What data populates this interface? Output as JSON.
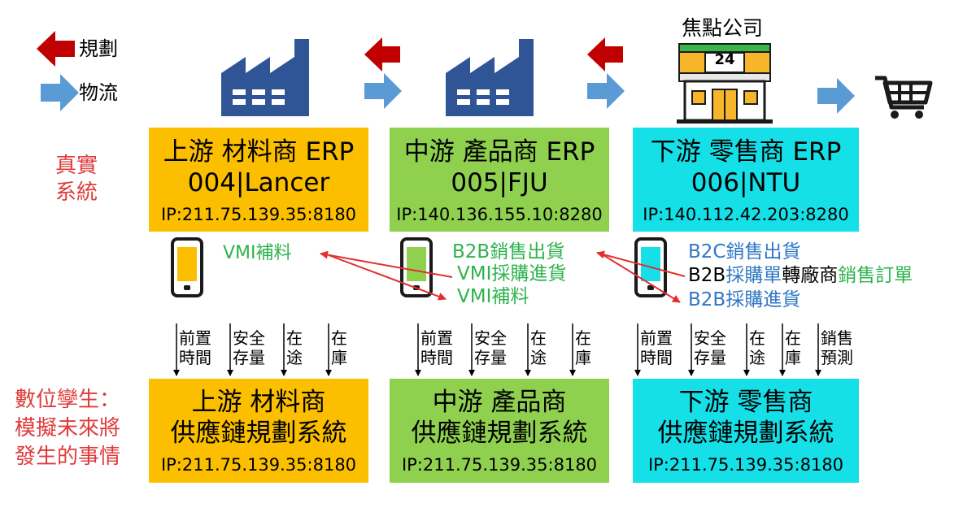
{
  "legend": {
    "planning": "規劃",
    "logistics": "物流"
  },
  "focal": {
    "label": "焦點公司",
    "sign": "24"
  },
  "real_system_label": "真實\n系統",
  "digital_twin_label": "數位孿生：\n模擬未來將\n發生的事情",
  "erp": [
    {
      "title": "上游 材料商 ERP",
      "id": "004|Lancer",
      "ip": "IP:211.75.139.35:8180",
      "color": "#fbbf00"
    },
    {
      "title": "中游 產品商 ERP",
      "id": "005|FJU",
      "ip": "IP:140.136.155.10:8280",
      "color": "#8fd14f"
    },
    {
      "title": "下游 零售商 ERP",
      "id": "006|NTU",
      "ip": "IP:140.112.42.203:8280",
      "color": "#15e0e8"
    }
  ],
  "scp": [
    {
      "title": "上游 材料商",
      "subtitle": "供應鏈規劃系統",
      "ip": "IP:211.75.139.35:8180",
      "color": "#fbbf00"
    },
    {
      "title": "中游 產品商",
      "subtitle": "供應鏈規劃系統",
      "ip": "IP:211.75.139.35:8180",
      "color": "#8fd14f"
    },
    {
      "title": "下游 零售商",
      "subtitle": "供應鏈規劃系統",
      "ip": "IP:211.75.139.35:8180",
      "color": "#15e0e8"
    }
  ],
  "transactions": {
    "upstream": "VMI補料",
    "mid_sales": "B2B銷售出貨",
    "mid_vmi_purchase": "VMI採購進貨",
    "mid_vmi_replenish": "VMI補料",
    "down_b2c": "B2C銷售出貨",
    "down_b2b_a": "B2B",
    "down_b2b_b": "採購單",
    "down_b2b_c": "轉廠商",
    "down_b2b_d": "銷售訂單",
    "down_b2b_purchase": "B2B採購進貨"
  },
  "params": {
    "upstream": [
      {
        "line1": "前置",
        "line2": "時間"
      },
      {
        "line1": "安全",
        "line2": "存量"
      },
      {
        "line1": "在",
        "line2": "途"
      },
      {
        "line1": "在",
        "line2": "庫"
      }
    ],
    "midstream": [
      {
        "line1": "前置",
        "line2": "時間"
      },
      {
        "line1": "安全",
        "line2": "存量"
      },
      {
        "line1": "在",
        "line2": "途"
      },
      {
        "line1": "在",
        "line2": "庫"
      }
    ],
    "downstream": [
      {
        "line1": "前置",
        "line2": "時間"
      },
      {
        "line1": "安全",
        "line2": "存量"
      },
      {
        "line1": "在",
        "line2": "途"
      },
      {
        "line1": "在",
        "line2": "庫"
      },
      {
        "line1": "銷售",
        "line2": "預測"
      }
    ]
  },
  "colors": {
    "red_arrow": "#c00000",
    "blue_arrow": "#5b9bd5",
    "factory": "#2f5597",
    "red_text": "#e03a3a",
    "green_text": "#2eb34d",
    "blue_text": "#2f77c6"
  }
}
